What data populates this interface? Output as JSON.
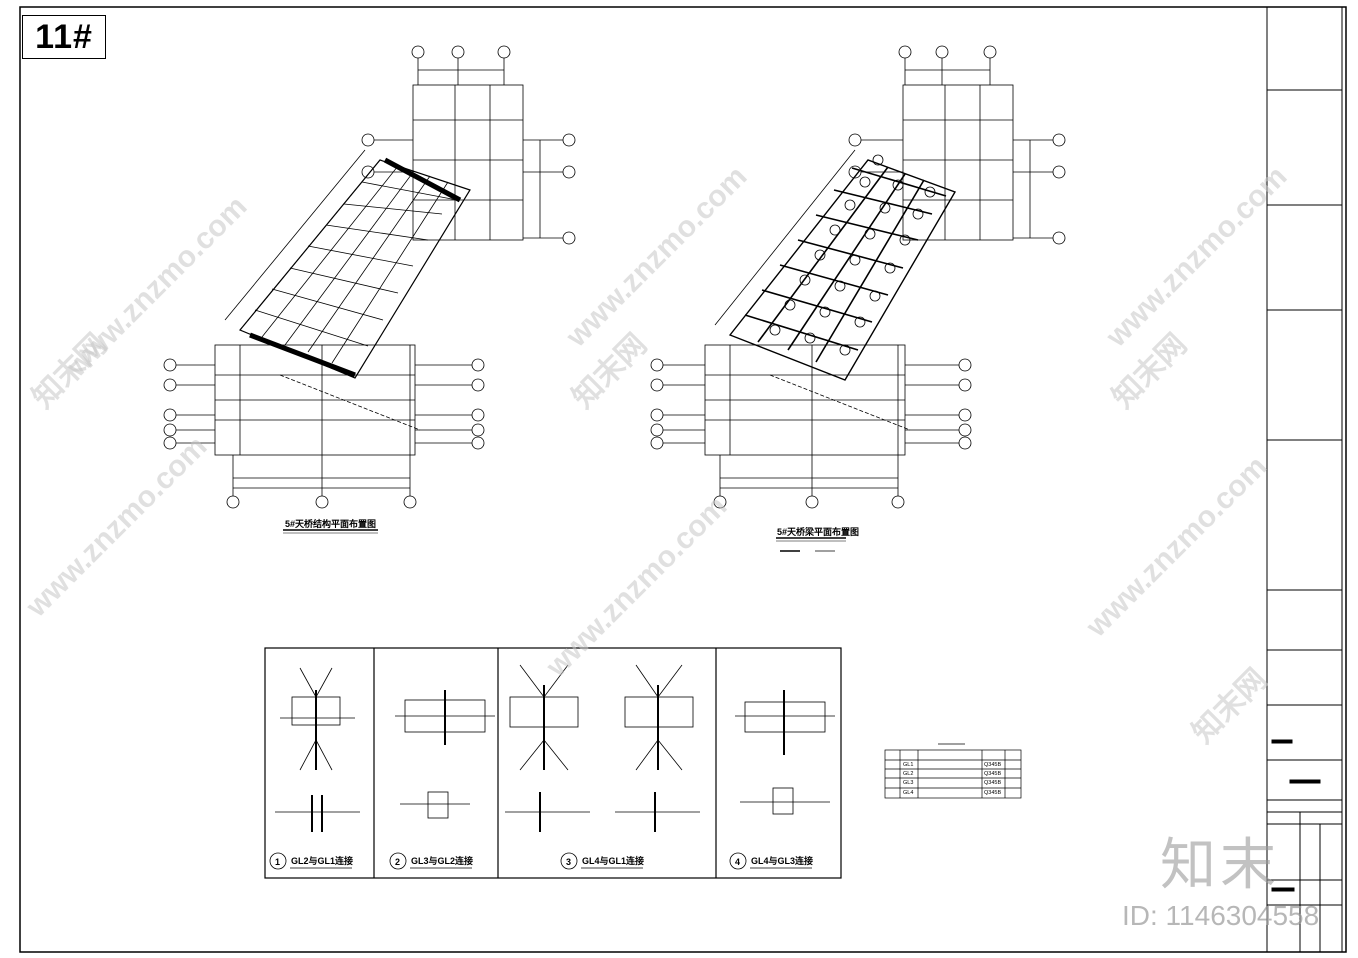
{
  "sheet": {
    "number": "11#"
  },
  "plans": {
    "left_title": "5#天桥结构平面布置图",
    "right_title": "5#天桥梁平面布置图"
  },
  "details": [
    {
      "no": "1",
      "title": "GL2与GL1连接"
    },
    {
      "no": "2",
      "title": "GL3与GL2连接"
    },
    {
      "no": "3",
      "title": "GL4与GL1连接"
    },
    {
      "no": "4",
      "title": "GL4与GL3连接"
    }
  ],
  "member_table": {
    "rows": [
      {
        "code": "GL1",
        "grade": "Q345B"
      },
      {
        "code": "GL2",
        "grade": "Q345B"
      },
      {
        "code": "GL3",
        "grade": "Q345B"
      },
      {
        "code": "GL4",
        "grade": "Q345B"
      }
    ]
  },
  "watermark": {
    "site": "www.znzmo.com",
    "brand": "知末网",
    "logo": "知末",
    "id": "ID: 1146304558"
  },
  "colors": {
    "line": "#000000",
    "watermark": "#c8c8c8"
  }
}
